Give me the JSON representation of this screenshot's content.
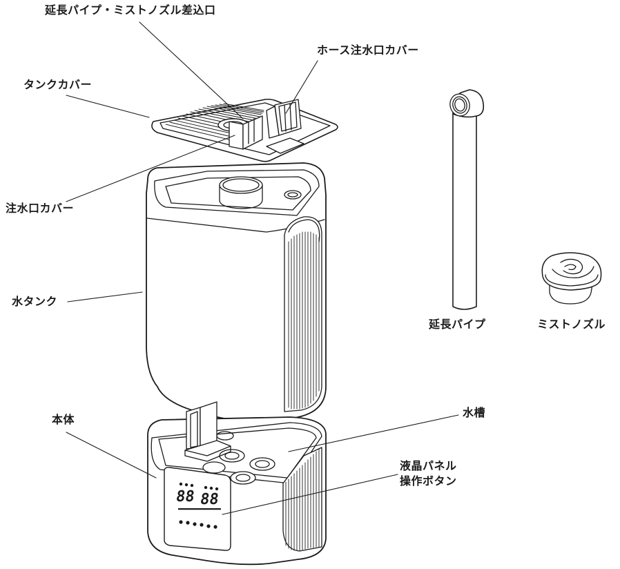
{
  "labels": {
    "extension_port": "延長パイプ・ミストノズル差込口",
    "hose_cover": "ホース注水口カバー",
    "tank_cover": "タンクカバー",
    "inlet_cover": "注水口カバー",
    "water_tank": "水タンク",
    "main_body": "本体",
    "water_tray": "水槽",
    "lcd_panel_line1": "液晶パネル",
    "lcd_panel_line2": "操作ボタン",
    "extension_pipe": "延長パイプ",
    "mist_nozzle": "ミストノズル"
  },
  "lcd": {
    "digits_left": "88",
    "digits_right": "88"
  },
  "colors": {
    "stroke": "#1a1a1a",
    "fill": "#ffffff",
    "shade": "#d8d8d8"
  }
}
